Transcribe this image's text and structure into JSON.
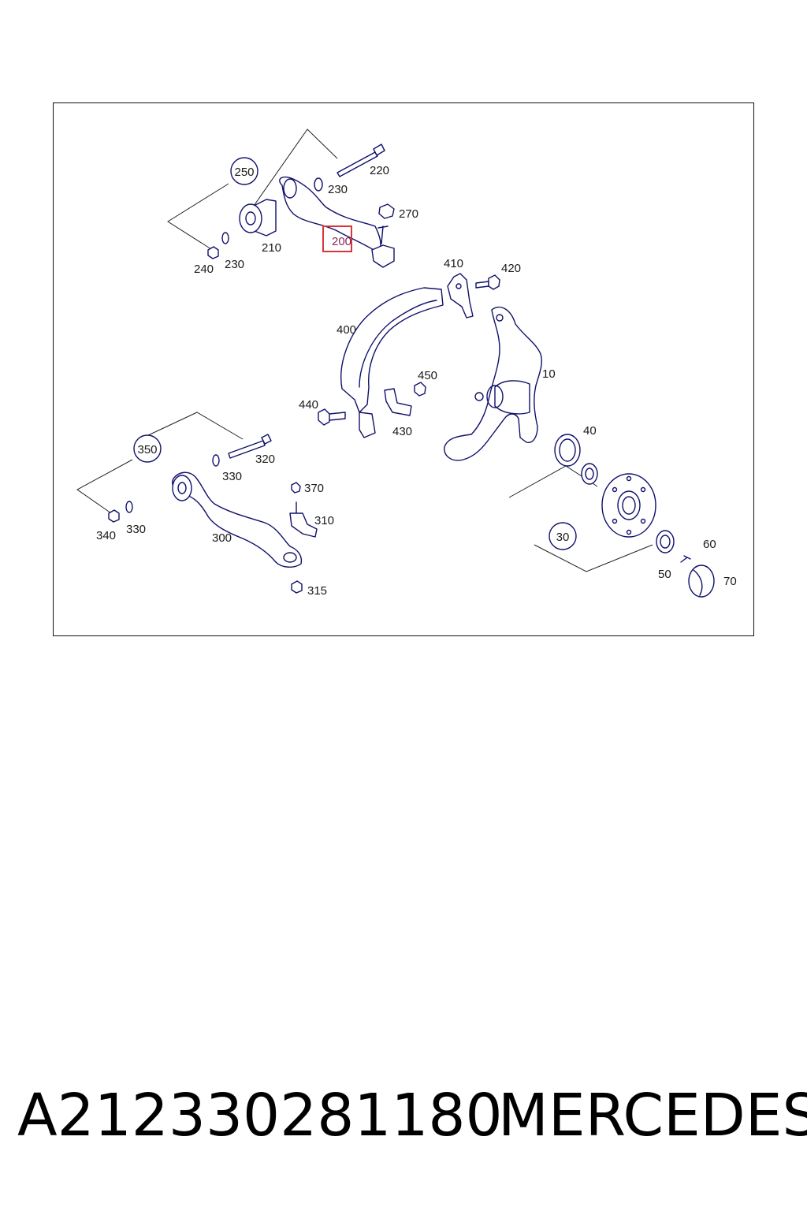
{
  "caption": {
    "part_number": "A212330281180",
    "brand": "MERCEDES"
  },
  "diagram": {
    "highlighted_callout": "200",
    "group_callouts": [
      "250",
      "350",
      "30"
    ],
    "callouts": [
      "220",
      "230",
      "270",
      "200",
      "240",
      "230",
      "210",
      "410",
      "420",
      "400",
      "450",
      "10",
      "440",
      "430",
      "40",
      "350",
      "320",
      "330",
      "370",
      "310",
      "340",
      "330",
      "300",
      "315",
      "60",
      "50",
      "70"
    ]
  },
  "colors": {
    "line": "#10106b",
    "highlight": "#d9343a",
    "text": "#1a1a1a"
  }
}
